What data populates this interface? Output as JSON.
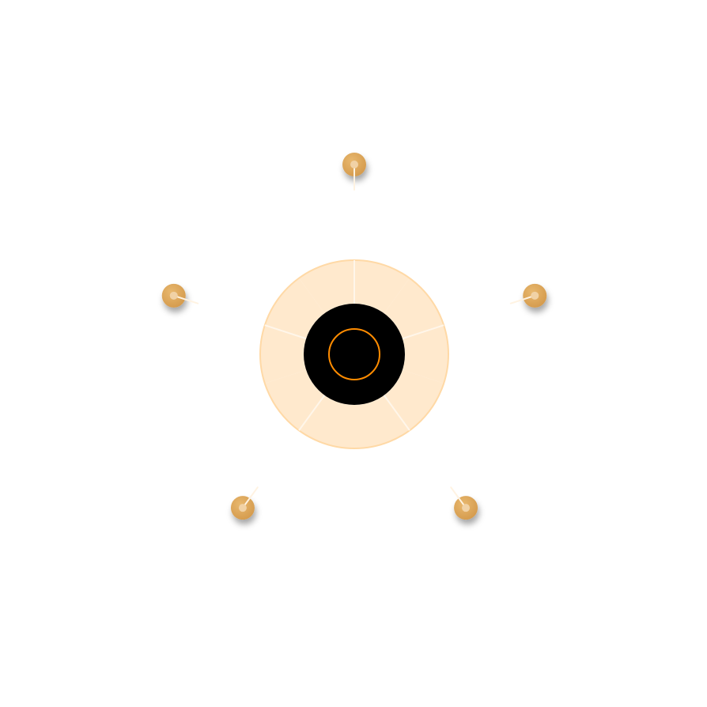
{
  "radial_menu": {
    "item_count": 5,
    "items": [
      {
        "id": "item-1"
      },
      {
        "id": "item-2"
      },
      {
        "id": "item-3"
      },
      {
        "id": "item-4"
      },
      {
        "id": "item-5"
      }
    ]
  },
  "colors": {
    "background": "#ffffff",
    "ring_fill": "#ffe9cd",
    "ring_stroke": "#ffd9a6",
    "divider": "#fff6ea",
    "center_fill": "#000000",
    "center_ring": "#ff8c00",
    "handle_outer": "#dda659",
    "handle_inner": "#f1d2a6",
    "handle_line": "#fff3e2"
  }
}
